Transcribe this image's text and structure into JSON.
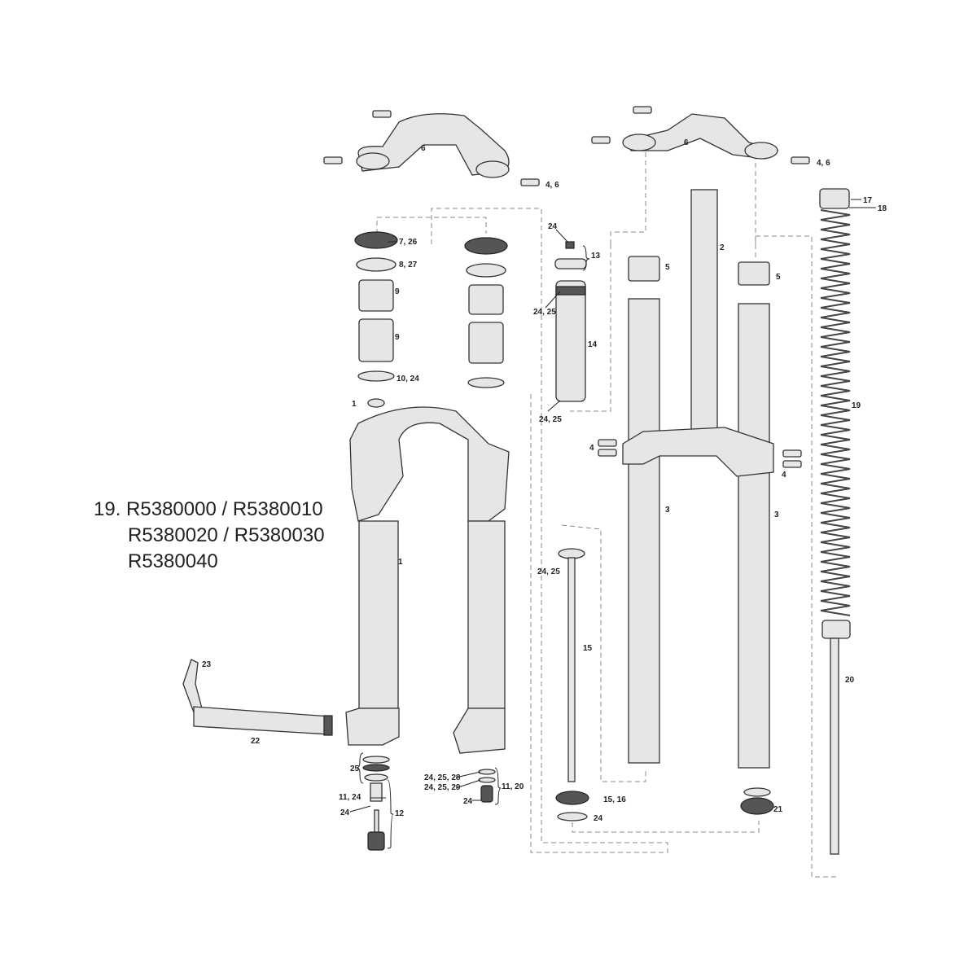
{
  "labels": [
    "6",
    "4, 6",
    "6",
    "4, 6",
    "17",
    "18",
    "24",
    "13",
    "7, 26",
    "8, 27",
    "9",
    "9",
    "10, 24",
    "1",
    "24, 25",
    "14",
    "24, 25",
    "5",
    "2",
    "5",
    "4",
    "4",
    "3",
    "3",
    "19",
    "1",
    "24, 25",
    "15",
    "20",
    "23",
    "22",
    "25",
    "11, 24",
    "24",
    "12",
    "24, 25, 28",
    "24, 25, 29",
    "24",
    "11, 20",
    "15, 16",
    "24",
    "21"
  ],
  "caption": {
    "line1_num": "19.",
    "line1": "R5380000 / R5380010",
    "line2": "R5380020 / R5380030",
    "line3": "R5380040"
  }
}
